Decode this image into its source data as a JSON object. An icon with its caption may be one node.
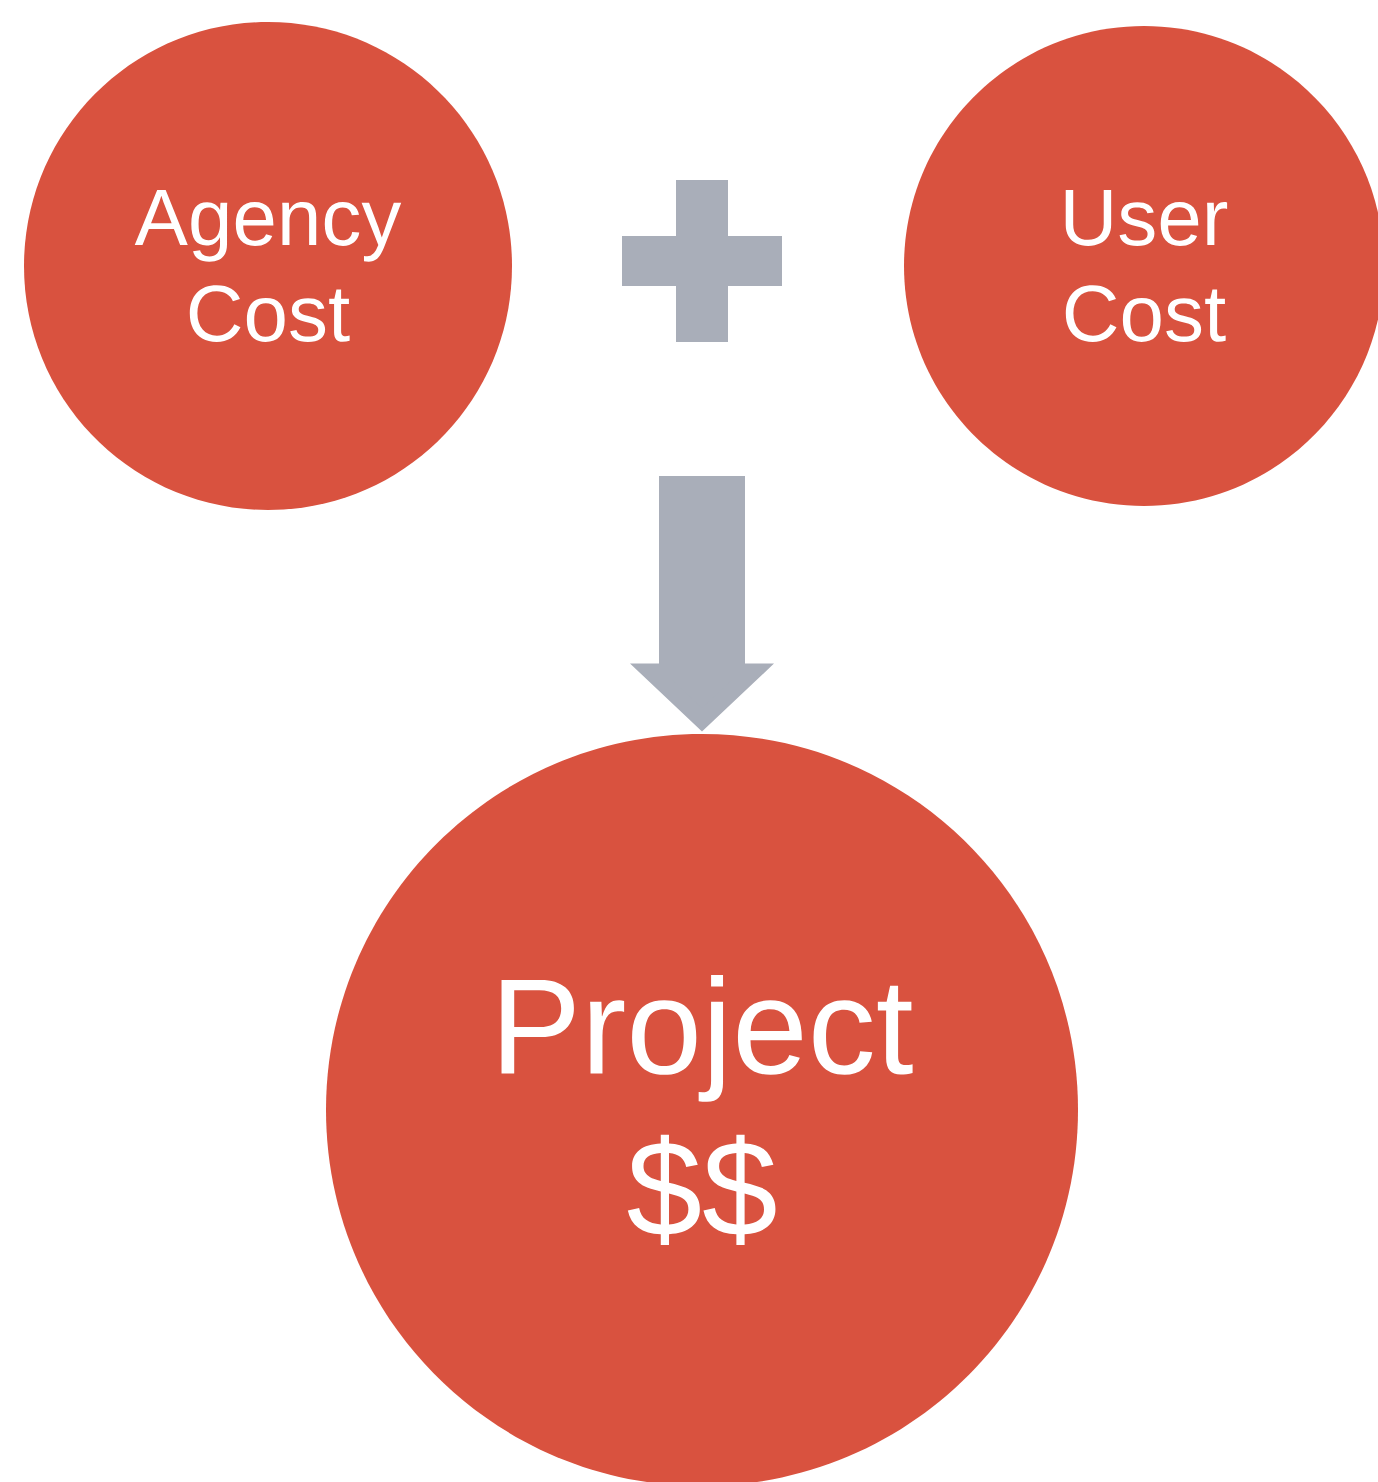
{
  "diagram": {
    "nodes": [
      {
        "text": [
          "Agency Cost"
        ]
      },
      {
        "text": [
          "User Cost"
        ]
      },
      {
        "text": [
          "Project $$"
        ]
      }
    ],
    "edges": [
      {
        "from": null,
        "to": 2,
        "arrow": "to"
      }
    ]
  }
}
